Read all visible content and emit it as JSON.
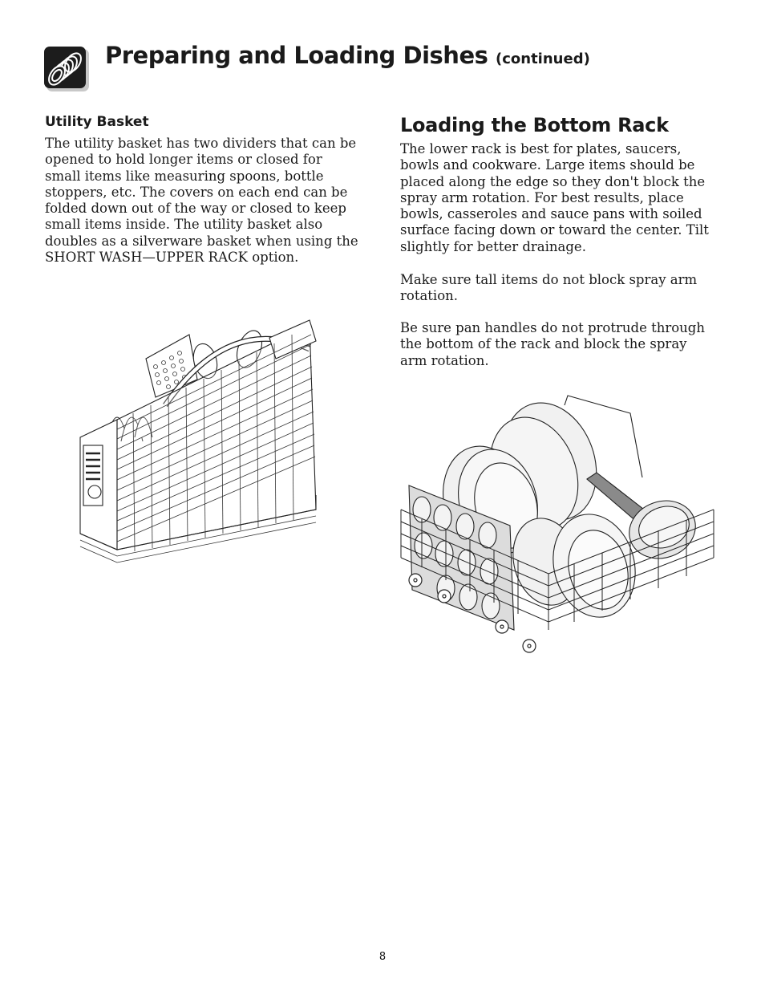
{
  "header": {
    "title": "Preparing and Loading Dishes",
    "continued": "(continued)",
    "icon": "stacked-dishes-icon"
  },
  "utility_basket": {
    "heading": "Utility Basket",
    "paragraph": "The utility basket has two dividers that can be opened to hold longer items or closed for small items like measuring spoons, bottle stoppers, etc. The covers on each end can be folded down out of the way or closed to keep small items inside. The utility basket also doubles as a silverware basket when using the SHORT WASH—UPPER RACK option."
  },
  "bottom_rack": {
    "heading": "Loading the Bottom Rack",
    "paragraphs": [
      "The lower rack is best for plates, saucers, bowls and cookware. Large items should be placed along the edge so they don't block the spray arm rotation. For best results, place bowls, casseroles and sauce pans with soiled surface facing down or toward the center. Tilt slightly for better drainage.",
      "Make sure tall items do not block spray arm rotation.",
      "Be sure pan handles do not protrude through the bottom of the rack and block the spray arm rotation."
    ]
  },
  "page_number": "8"
}
